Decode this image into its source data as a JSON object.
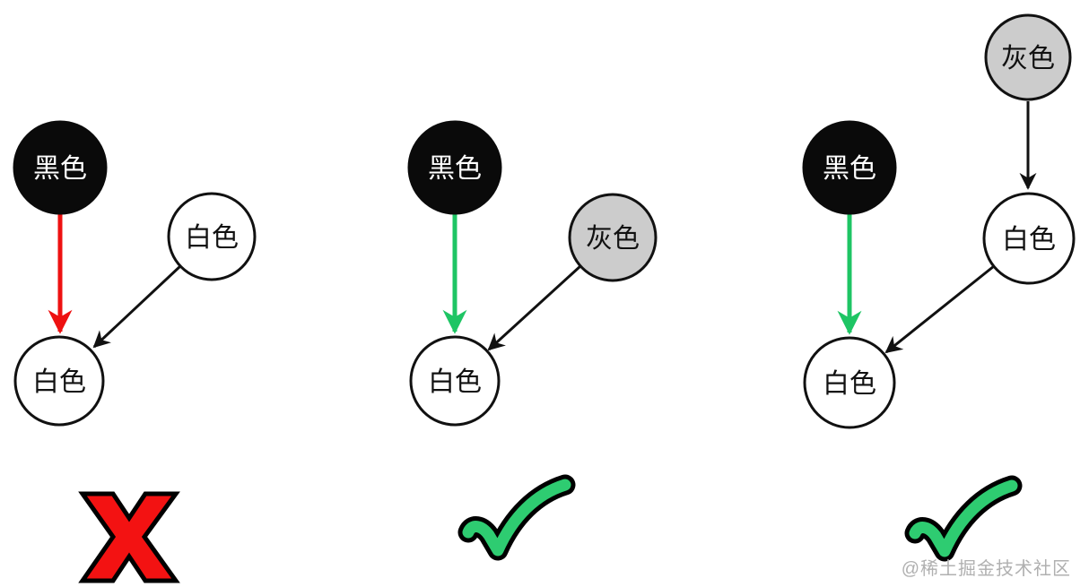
{
  "watermark": "@稀土掘金技术社区",
  "colors": {
    "invalid_arrow_red": "#ee1111",
    "valid_arrow_green": "#1ec564",
    "edge_black": "#111111",
    "node_black_fill": "#0a0a0a",
    "node_gray_fill": "#cccccc",
    "node_white_fill": "#ffffff",
    "check_mark_green": "#2ecc71",
    "cross_mark_red": "#f31212",
    "watermark_gray": "#b0b0b0"
  },
  "diagrams": [
    {
      "verdict": "invalid",
      "verdict_icon": "red-cross",
      "nodes": [
        {
          "label": "黑色",
          "fill": "black",
          "position": "top-left"
        },
        {
          "label": "白色",
          "fill": "white",
          "position": "middle-right"
        },
        {
          "label": "白色",
          "fill": "white",
          "position": "bottom-left"
        }
      ],
      "edges": [
        {
          "from": 0,
          "to": 2,
          "color": "red"
        },
        {
          "from": 1,
          "to": 2,
          "color": "black"
        }
      ]
    },
    {
      "verdict": "valid",
      "verdict_icon": "green-check",
      "nodes": [
        {
          "label": "黑色",
          "fill": "black",
          "position": "top-left"
        },
        {
          "label": "灰色",
          "fill": "gray",
          "position": "middle-right"
        },
        {
          "label": "白色",
          "fill": "white",
          "position": "bottom-left"
        }
      ],
      "edges": [
        {
          "from": 0,
          "to": 2,
          "color": "green"
        },
        {
          "from": 1,
          "to": 2,
          "color": "black"
        }
      ]
    },
    {
      "verdict": "valid",
      "verdict_icon": "green-check",
      "nodes": [
        {
          "label": "灰色",
          "fill": "gray",
          "position": "top-right"
        },
        {
          "label": "黑色",
          "fill": "black",
          "position": "middle-left"
        },
        {
          "label": "白色",
          "fill": "white",
          "position": "middle-right"
        },
        {
          "label": "白色",
          "fill": "white",
          "position": "bottom-left"
        }
      ],
      "edges": [
        {
          "from": 0,
          "to": 2,
          "color": "black"
        },
        {
          "from": 1,
          "to": 3,
          "color": "green"
        },
        {
          "from": 2,
          "to": 3,
          "color": "black"
        }
      ]
    }
  ]
}
